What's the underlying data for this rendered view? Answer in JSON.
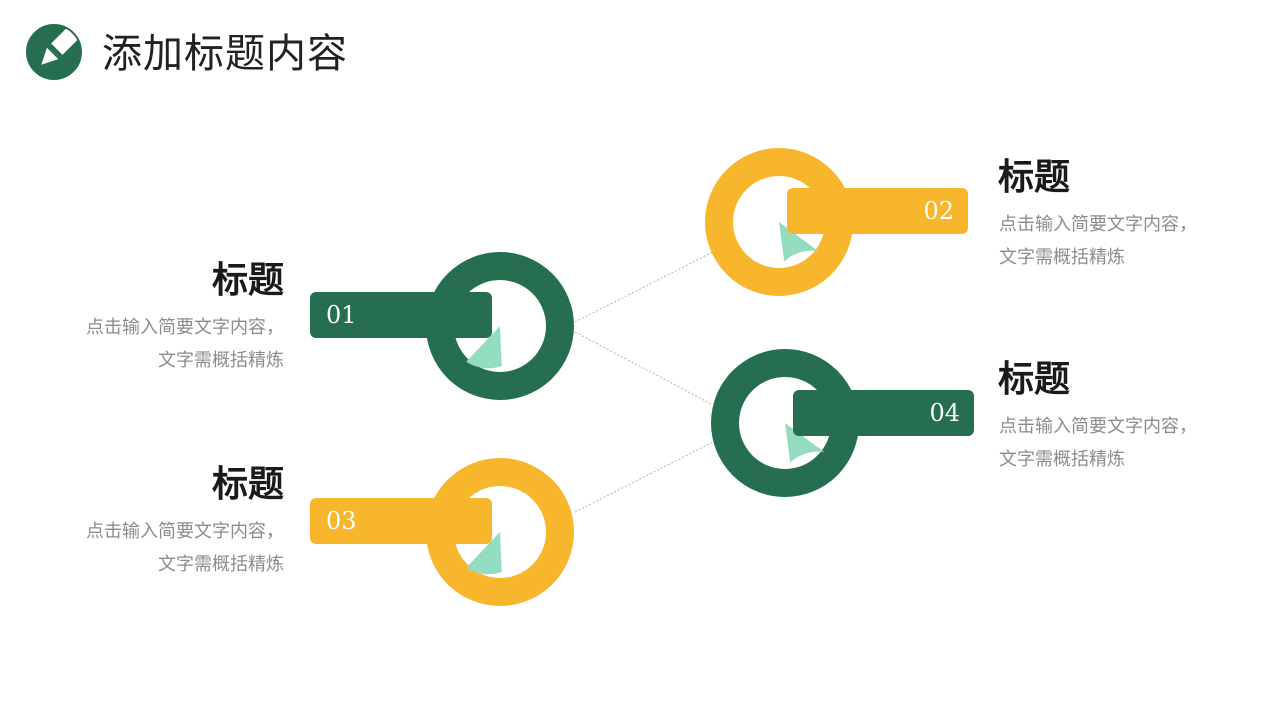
{
  "page": {
    "title": "添加标题内容"
  },
  "colors": {
    "green": "#256e50",
    "yellow": "#f8b62d",
    "mint": "#93dcc0",
    "connector": "#b5b5b5"
  },
  "icons": {
    "logo": "pencil-badge-icon"
  },
  "items": [
    {
      "number": "01",
      "title": "标题",
      "desc_line1": "点击输入简要文字内容，",
      "desc_line2": "文字需概括精炼",
      "color": "green"
    },
    {
      "number": "02",
      "title": "标题",
      "desc_line1": "点击输入简要文字内容，",
      "desc_line2": "文字需概括精炼",
      "color": "yellow"
    },
    {
      "number": "03",
      "title": "标题",
      "desc_line1": "点击输入简要文字内容，",
      "desc_line2": "文字需概括精炼",
      "color": "yellow"
    },
    {
      "number": "04",
      "title": "标题",
      "desc_line1": "点击输入简要文字内容，",
      "desc_line2": "文字需概括精炼",
      "color": "green"
    }
  ]
}
